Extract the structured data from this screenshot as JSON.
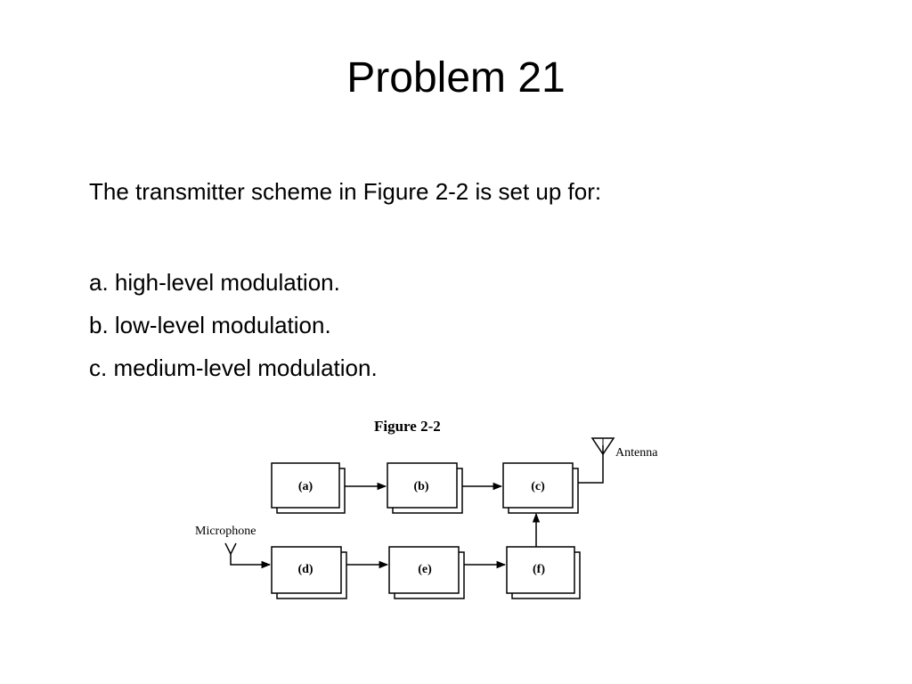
{
  "slide": {
    "title": "Problem 21",
    "question": "The transmitter scheme in Figure 2-2 is set up for:",
    "options": [
      "a. high-level modulation.",
      "b. low-level modulation.",
      "c. medium-level modulation."
    ]
  },
  "figure": {
    "caption": "Figure 2-2",
    "antenna_label": "Antenna",
    "microphone_label": "Microphone",
    "blocks": [
      "(a)",
      "(b)",
      "(c)",
      "(d)",
      "(e)",
      "(f)"
    ]
  }
}
